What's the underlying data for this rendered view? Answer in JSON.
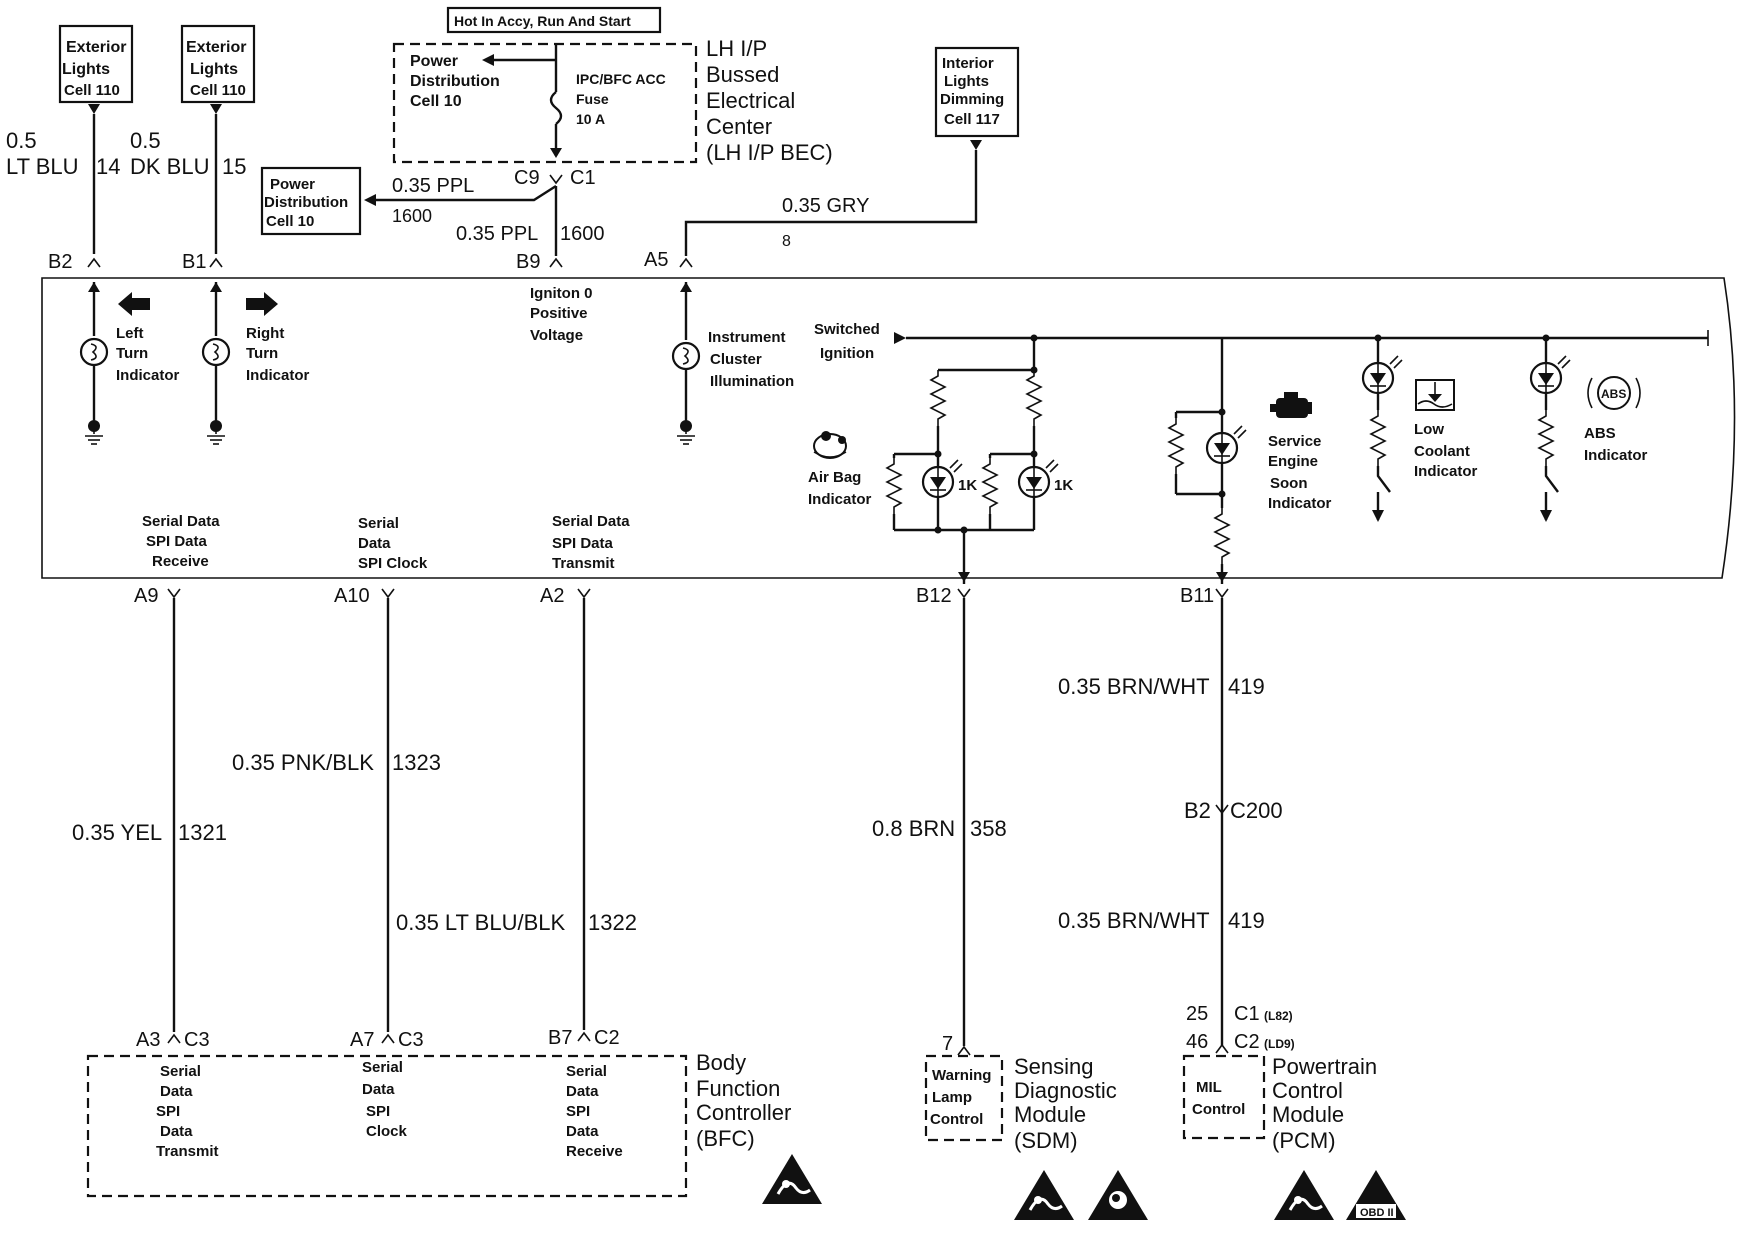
{
  "refs": {
    "ext_lights_1": [
      "Exterior",
      "Lights",
      "Cell 110"
    ],
    "ext_lights_2": [
      "Exterior",
      "Lights",
      "Cell 110"
    ],
    "power_dist_top": [
      "Power",
      "Distribution",
      "Cell 10"
    ],
    "power_dist_left": [
      "Power",
      "Distribution",
      "Cell 10"
    ],
    "interior_dimming": [
      "Interior",
      "Lights",
      "Dimming",
      "Cell 117"
    ]
  },
  "hot_label": "Hot In Accy, Run And Start",
  "fuse_label": [
    "IPC/BFC ACC",
    "Fuse",
    "10 A"
  ],
  "bec_label": [
    "LH I/P",
    "Bussed",
    "Electrical",
    "Center",
    "(LH I/P BEC)"
  ],
  "wires": {
    "lt_blu": [
      "0.5",
      "LT BLU",
      "14"
    ],
    "dk_blu": [
      "0.5",
      "DK BLU",
      "15"
    ],
    "ppl_left": [
      "0.35 PPL",
      "1600"
    ],
    "ppl_down": [
      "0.35 PPL",
      "1600"
    ],
    "gry": [
      "0.35 GRY",
      "8"
    ],
    "yel": [
      "0.35 YEL",
      "1321"
    ],
    "pnk_blk": [
      "0.35 PNK/BLK",
      "1323"
    ],
    "lt_blu_blk": [
      "0.35 LT BLU/BLK",
      "1322"
    ],
    "brn": [
      "0.8 BRN",
      "358"
    ],
    "brn_wht_upper": [
      "0.35 BRN/WHT",
      "419"
    ],
    "brn_wht_lower": [
      "0.35 BRN/WHT",
      "419"
    ]
  },
  "connectors": {
    "c9": "C9",
    "c1": "C1",
    "b2": "B2",
    "b1": "B1",
    "b9": "B9",
    "a5": "A5",
    "a9": "A9",
    "a10": "A10",
    "a2": "A2",
    "b12": "B12",
    "b11": "B11",
    "c200_pin": "B2",
    "c200": "C200",
    "a3": "A3",
    "a3c": "C3",
    "a7": "A7",
    "a7c": "C3",
    "b7": "B7",
    "b7c": "C2",
    "sdm_pin": "7",
    "pcm_pin1": "25",
    "pcm_c1": "C1",
    "pcm_c1_note": "(L82)",
    "pcm_pin2": "46",
    "pcm_c2": "C2",
    "pcm_c2_note": "(LD9)"
  },
  "cluster": {
    "left_turn": [
      "Left",
      "Turn",
      "Indicator"
    ],
    "right_turn": [
      "Right",
      "Turn",
      "Indicator"
    ],
    "ignition": [
      "Igniton 0",
      "Positive",
      "Voltage"
    ],
    "illumination": [
      "Instrument",
      "Cluster",
      "Illumination"
    ],
    "switched_ignition": [
      "Switched",
      "Ignition"
    ],
    "air_bag": [
      "Air Bag",
      "Indicator"
    ],
    "resistor_1k": "1K",
    "service_engine": [
      "Service",
      "Engine",
      "Soon",
      "Indicator"
    ],
    "low_coolant": [
      "Low",
      "Coolant",
      "Indicator"
    ],
    "abs": [
      "ABS",
      "Indicator"
    ],
    "abs_icon": "ABS",
    "serial_receive": [
      "Serial  Data",
      "SPI Data",
      "Receive"
    ],
    "serial_clock": [
      "Serial",
      "Data",
      "SPI Clock"
    ],
    "serial_transmit": [
      "Serial Data",
      "SPI Data",
      "Transmit"
    ]
  },
  "modules": {
    "bfc_name": [
      "Body",
      "Function",
      "Controller",
      "(BFC)"
    ],
    "bfc_transmit": [
      "Serial",
      "Data",
      "SPI",
      "Data",
      "Transmit"
    ],
    "bfc_clock": [
      "Serial",
      "Data",
      "SPI",
      "Clock"
    ],
    "bfc_receive": [
      "Serial",
      "Data",
      "SPI",
      "Data",
      "Receive"
    ],
    "sdm_inner": [
      "Warning",
      "Lamp",
      "Control"
    ],
    "sdm_name": [
      "Sensing",
      "Diagnostic",
      "Module",
      "(SDM)"
    ],
    "pcm_inner": [
      "MIL",
      "Control"
    ],
    "pcm_name": [
      "Powertrain",
      "Control",
      "Module",
      "(PCM)"
    ],
    "obd_label": "OBD II"
  },
  "icons": [
    "esd-warning-icon",
    "air-bag-icon",
    "check-engine-icon",
    "coolant-icon",
    "abs-icon",
    "bulb-icon",
    "led-icon",
    "ground-icon",
    "resistor-icon",
    "connector-icon"
  ]
}
